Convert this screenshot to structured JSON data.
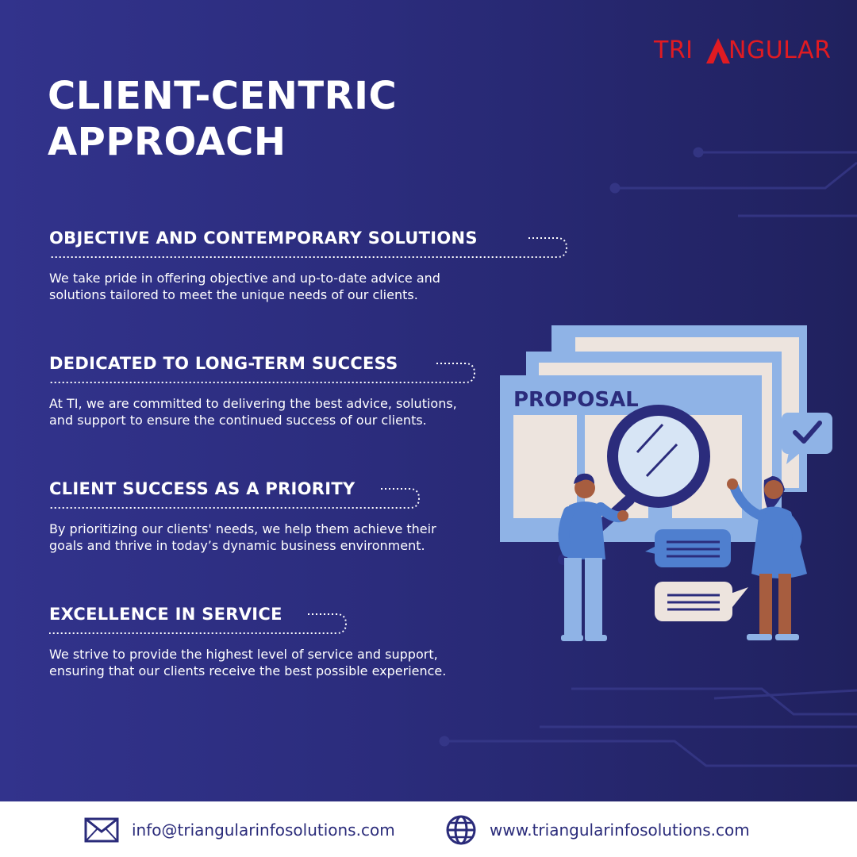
{
  "brand": {
    "logo_left": "TRI",
    "logo_right": "NGULAR",
    "logo_color": "#e01b22"
  },
  "headline": {
    "line1": "CLIENT-CENTRIC",
    "line2": "APPROACH"
  },
  "sections": [
    {
      "title": "OBJECTIVE AND CONTEMPORARY SOLUTIONS",
      "text": "We take pride in offering objective and up-to-date advice and solutions tailored to meet the unique needs of our clients."
    },
    {
      "title": "DEDICATED TO LONG-TERM SUCCESS",
      "text": "At TI, we are committed to delivering the best advice, solutions, and support to ensure the continued success of our clients."
    },
    {
      "title": "CLIENT SUCCESS AS A PRIORITY",
      "text": "By prioritizing our clients' needs, we help them achieve their goals and thrive in today’s dynamic business environment."
    },
    {
      "title": "EXCELLENCE IN SERVICE",
      "text": "We strive to provide the highest level of service and support, ensuring that our clients receive the best possible experience."
    }
  ],
  "illustration": {
    "document_label": "PROPOSAL",
    "icons": [
      "magnifying-glass-icon",
      "checkmark-bubble-icon",
      "chat-bubble-icon"
    ]
  },
  "footer": {
    "email": "info@triangularinfosolutions.com",
    "website": "www.triangularinfosolutions.com",
    "icons": [
      "envelope-icon",
      "globe-icon"
    ]
  },
  "colors": {
    "background": "#2b2c7c",
    "text": "#ffffff",
    "accent_light_blue": "#8fb3e6",
    "paper": "#ede4de",
    "footer_text": "#2a2b7a"
  }
}
